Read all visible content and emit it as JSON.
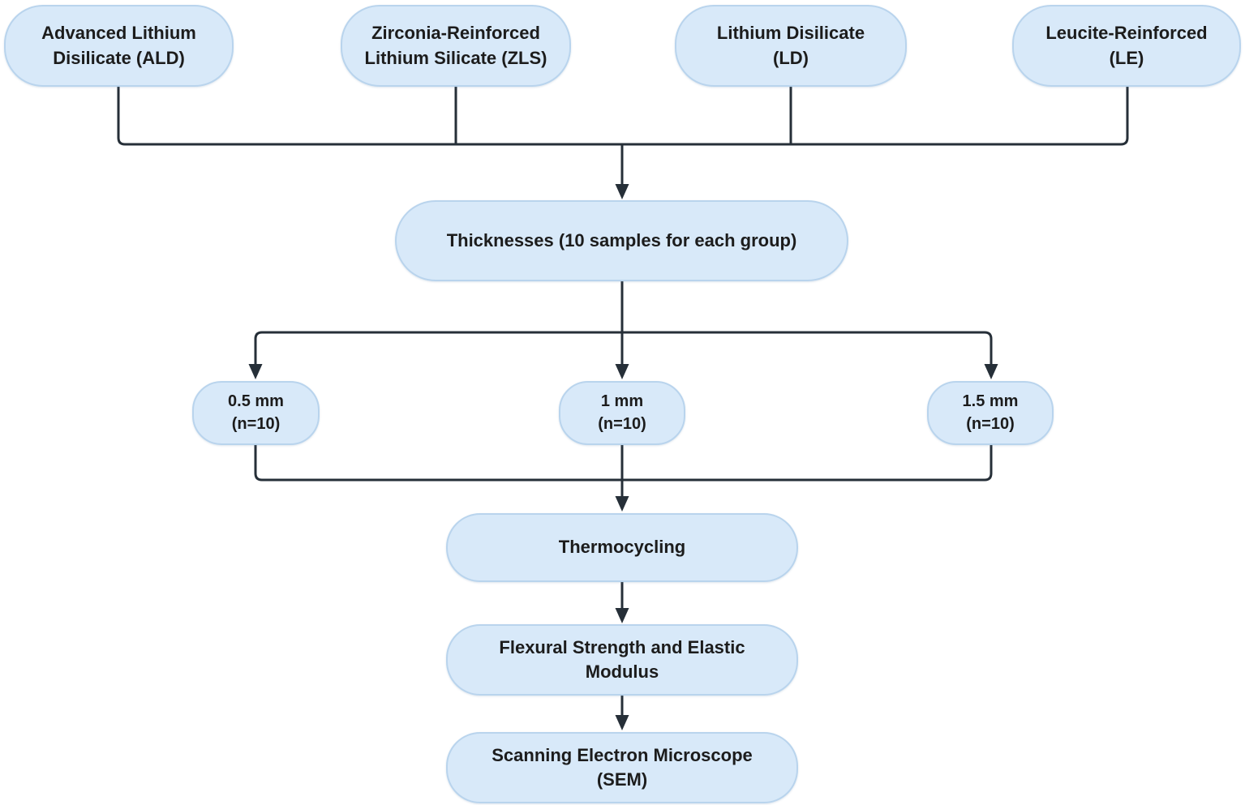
{
  "diagram": {
    "type": "flowchart",
    "colors": {
      "node_fill": "#d8e9f9",
      "node_border": "#b9d4ed",
      "connector": "#262f38",
      "text": "#1c1c1c"
    },
    "nodes": [
      {
        "id": "ald",
        "lines": [
          "Advanced Lithium",
          "Disilicate (ALD)"
        ]
      },
      {
        "id": "zls",
        "lines": [
          "Zirconia-Reinforced",
          "Lithium Silicate (ZLS)"
        ]
      },
      {
        "id": "ld",
        "lines": [
          "Lithium Disilicate",
          "(LD)"
        ]
      },
      {
        "id": "le",
        "lines": [
          "Leucite-Reinforced",
          "(LE)"
        ]
      },
      {
        "id": "thicknesses",
        "lines": [
          "Thicknesses (10 samples for each group)"
        ]
      },
      {
        "id": "thickness-05",
        "lines": [
          "0.5 mm",
          "(n=10)"
        ]
      },
      {
        "id": "thickness-1",
        "lines": [
          "1 mm",
          "(n=10)"
        ]
      },
      {
        "id": "thickness-15",
        "lines": [
          "1.5 mm",
          "(n=10)"
        ]
      },
      {
        "id": "thermocycling",
        "lines": [
          "Thermocycling"
        ]
      },
      {
        "id": "flexural",
        "lines": [
          "Flexural Strength and Elastic",
          "Modulus"
        ]
      },
      {
        "id": "sem",
        "lines": [
          "Scanning Electron Microscope",
          "(SEM)"
        ]
      }
    ],
    "edges": [
      {
        "from": "ald",
        "to": "thicknesses"
      },
      {
        "from": "zls",
        "to": "thicknesses"
      },
      {
        "from": "ld",
        "to": "thicknesses"
      },
      {
        "from": "le",
        "to": "thicknesses"
      },
      {
        "from": "thicknesses",
        "to": "thickness-05"
      },
      {
        "from": "thicknesses",
        "to": "thickness-1"
      },
      {
        "from": "thicknesses",
        "to": "thickness-15"
      },
      {
        "from": "thickness-05",
        "to": "thermocycling"
      },
      {
        "from": "thickness-1",
        "to": "thermocycling"
      },
      {
        "from": "thickness-15",
        "to": "thermocycling"
      },
      {
        "from": "thermocycling",
        "to": "flexural"
      },
      {
        "from": "flexural",
        "to": "sem"
      }
    ]
  }
}
